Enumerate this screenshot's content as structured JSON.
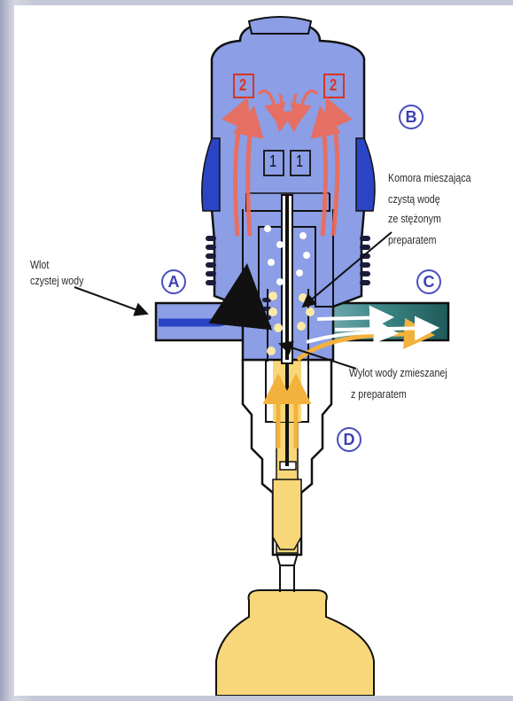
{
  "markers": {
    "a": "A",
    "b": "B",
    "c": "C",
    "d": "D"
  },
  "numbers": {
    "inner_flow": "1",
    "outer_flow": "2"
  },
  "labels": {
    "inlet": [
      "Wlot",
      "czystej wody"
    ],
    "chamber": [
      "Komora mieszająca",
      "czystą wodę",
      "ze stężonym",
      "preparatem"
    ],
    "outlet": [
      "Wylot wody zmieszanej",
      "z preparatem"
    ]
  },
  "colors": {
    "housing_blue": "#8b9ee6",
    "dark_blue": "#2a44c4",
    "water_green": "#2f6e6c",
    "concentrate_yellow": "#f7d77a",
    "flow_red": "#f06b55",
    "marker_blue": "#3d40b3"
  },
  "icons": {
    "inlet_arrow": "arrow-right-icon",
    "outlet_arrow": "arrow-right-icon",
    "flow_arrows": "curved-arrow-icon"
  }
}
